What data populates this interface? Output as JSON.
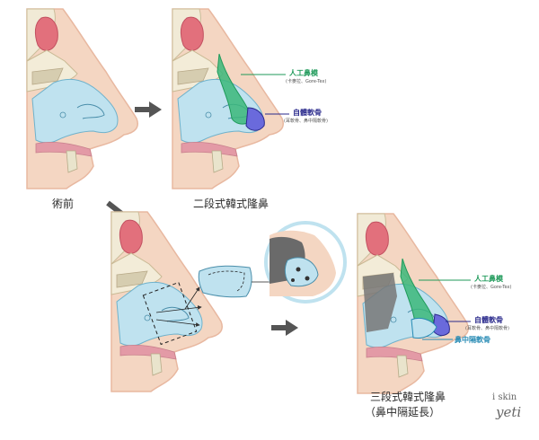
{
  "captions": {
    "before": "術前",
    "two_stage": "二段式韓式隆鼻",
    "three_stage_line1": "三段式韓式隆鼻",
    "three_stage_line2": "（鼻中隔延長）"
  },
  "labels": {
    "implant": "人工鼻模",
    "implant_sub": "(卡麥拉、Gore-Tex)",
    "cartilage": "自體軟骨",
    "cartilage_sub": "(耳軟骨、鼻中隔軟骨)",
    "septal": "鼻中隔軟骨"
  },
  "brand": {
    "line1": "i skin",
    "line2": "yeti"
  },
  "colors": {
    "skin": "#f4d6c2",
    "bone": "#f1ead6",
    "cartilage": "#bfe2ef",
    "implant": "#3bb77a",
    "navy": "#2a2a8c",
    "cyan": "#2489b3",
    "dark": "#777777"
  },
  "icons": [
    "arrow-right-icon",
    "arrow-down-right-icon",
    "magnifier-circle-icon"
  ]
}
